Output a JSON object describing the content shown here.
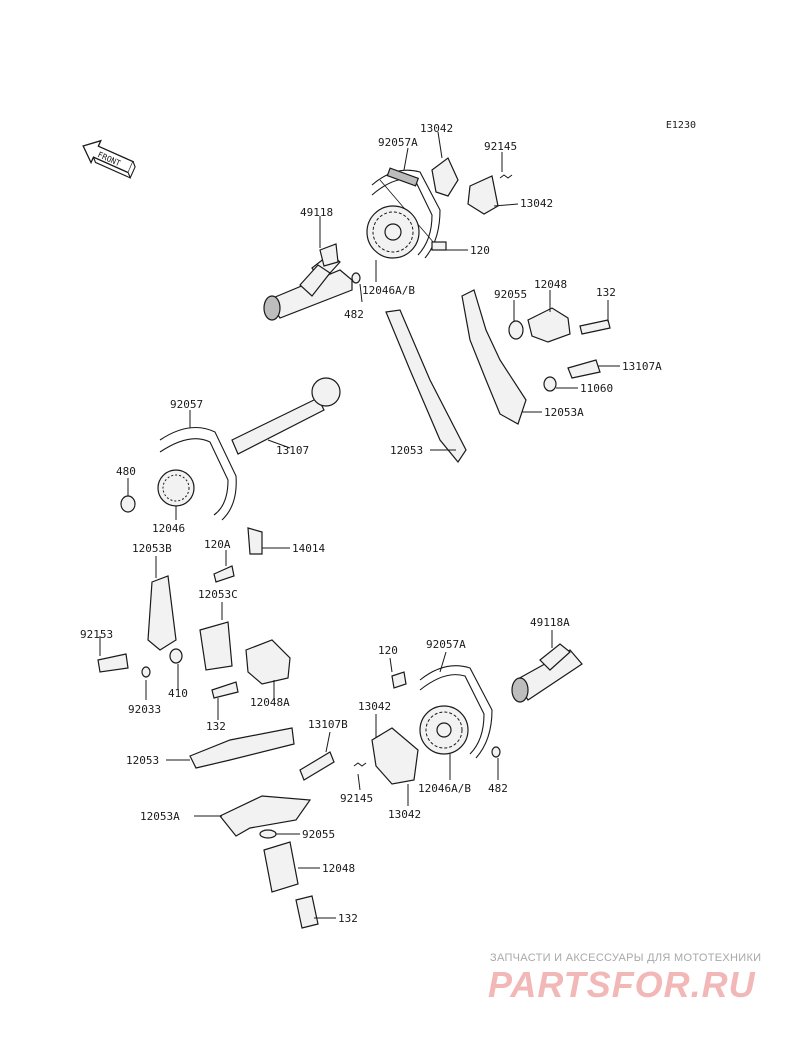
{
  "diagram": {
    "code": "E1230",
    "front_label": "FRONT",
    "labels": {
      "p13042_a": "13042",
      "p92057a_a": "92057A",
      "p92145_a": "92145",
      "p13042_b": "13042",
      "p49118": "49118",
      "p120_a": "120",
      "p12046ab_a": "12046A/B",
      "p482_a": "482",
      "p92055_a": "92055",
      "p12048_a": "12048",
      "p132_a": "132",
      "p13107a": "13107A",
      "p11060": "11060",
      "p12053a_a": "12053A",
      "p92057": "92057",
      "p13107": "13107",
      "p12053_a": "12053",
      "p480": "480",
      "p12046": "12046",
      "p120a": "120A",
      "p14014": "14014",
      "p12053b": "12053B",
      "p12053c": "12053C",
      "p92153": "92153",
      "p410": "410",
      "p92033": "92033",
      "p12048a": "12048A",
      "p132_b": "132",
      "p120_b": "120",
      "p92057a_b": "92057A",
      "p49118a": "49118A",
      "p13042_c": "13042",
      "p13107b": "13107B",
      "p12053_b": "12053",
      "p92145_b": "92145",
      "p13042_d": "13042",
      "p12046ab_b": "12046A/B",
      "p482_b": "482",
      "p12053a_b": "12053A",
      "p92055_b": "92055",
      "p12048_b": "12048",
      "p132_c": "132"
    }
  },
  "watermark": {
    "tagline": "ЗАПЧАСТИ И АКСЕССУАРЫ ДЛЯ МОТОТЕХНИКИ",
    "logo": "PARTSFOR.RU"
  }
}
